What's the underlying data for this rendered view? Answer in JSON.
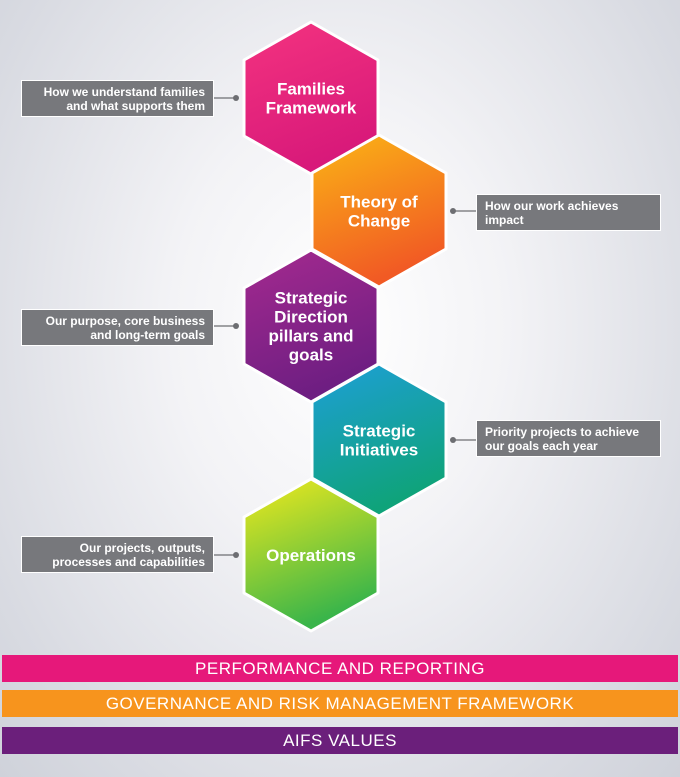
{
  "hexagons": [
    {
      "id": "families",
      "lines": [
        "Families",
        "Framework"
      ],
      "colors": [
        "#f4337f",
        "#d8197a"
      ]
    },
    {
      "id": "theory",
      "lines": [
        "Theory of",
        "Change"
      ],
      "colors": [
        "#fbb615",
        "#f15a24"
      ]
    },
    {
      "id": "strategic-direction",
      "lines": [
        "Strategic",
        "Direction",
        "pillars and",
        "goals"
      ],
      "colors": [
        "#a52a8f",
        "#6e1e82"
      ]
    },
    {
      "id": "strategic-initiatives",
      "lines": [
        "Strategic",
        "Initiatives"
      ],
      "colors": [
        "#1e9fd8",
        "#0fa37a"
      ]
    },
    {
      "id": "operations",
      "lines": [
        "Operations"
      ],
      "colors": [
        "#f2ea1c",
        "#3ab54a"
      ]
    }
  ],
  "callouts": [
    {
      "side": "left",
      "lines": [
        "How we understand families",
        "and what supports them"
      ]
    },
    {
      "side": "right",
      "lines": [
        "How our work achieves",
        "impact"
      ]
    },
    {
      "side": "left",
      "lines": [
        "Our purpose, core business",
        "and long-term goals"
      ]
    },
    {
      "side": "right",
      "lines": [
        "Priority projects to achieve",
        "our goals each year"
      ]
    },
    {
      "side": "left",
      "lines": [
        "Our projects, outputs,",
        "processes and capabilities"
      ]
    }
  ],
  "bars": [
    {
      "label": "PERFORMANCE AND REPORTING",
      "color": "#e6187a"
    },
    {
      "label": "GOVERNANCE AND RISK MANAGEMENT FRAMEWORK",
      "color": "#f7941d"
    },
    {
      "label": "AIFS VALUES",
      "color": "#6b1f7b"
    }
  ]
}
